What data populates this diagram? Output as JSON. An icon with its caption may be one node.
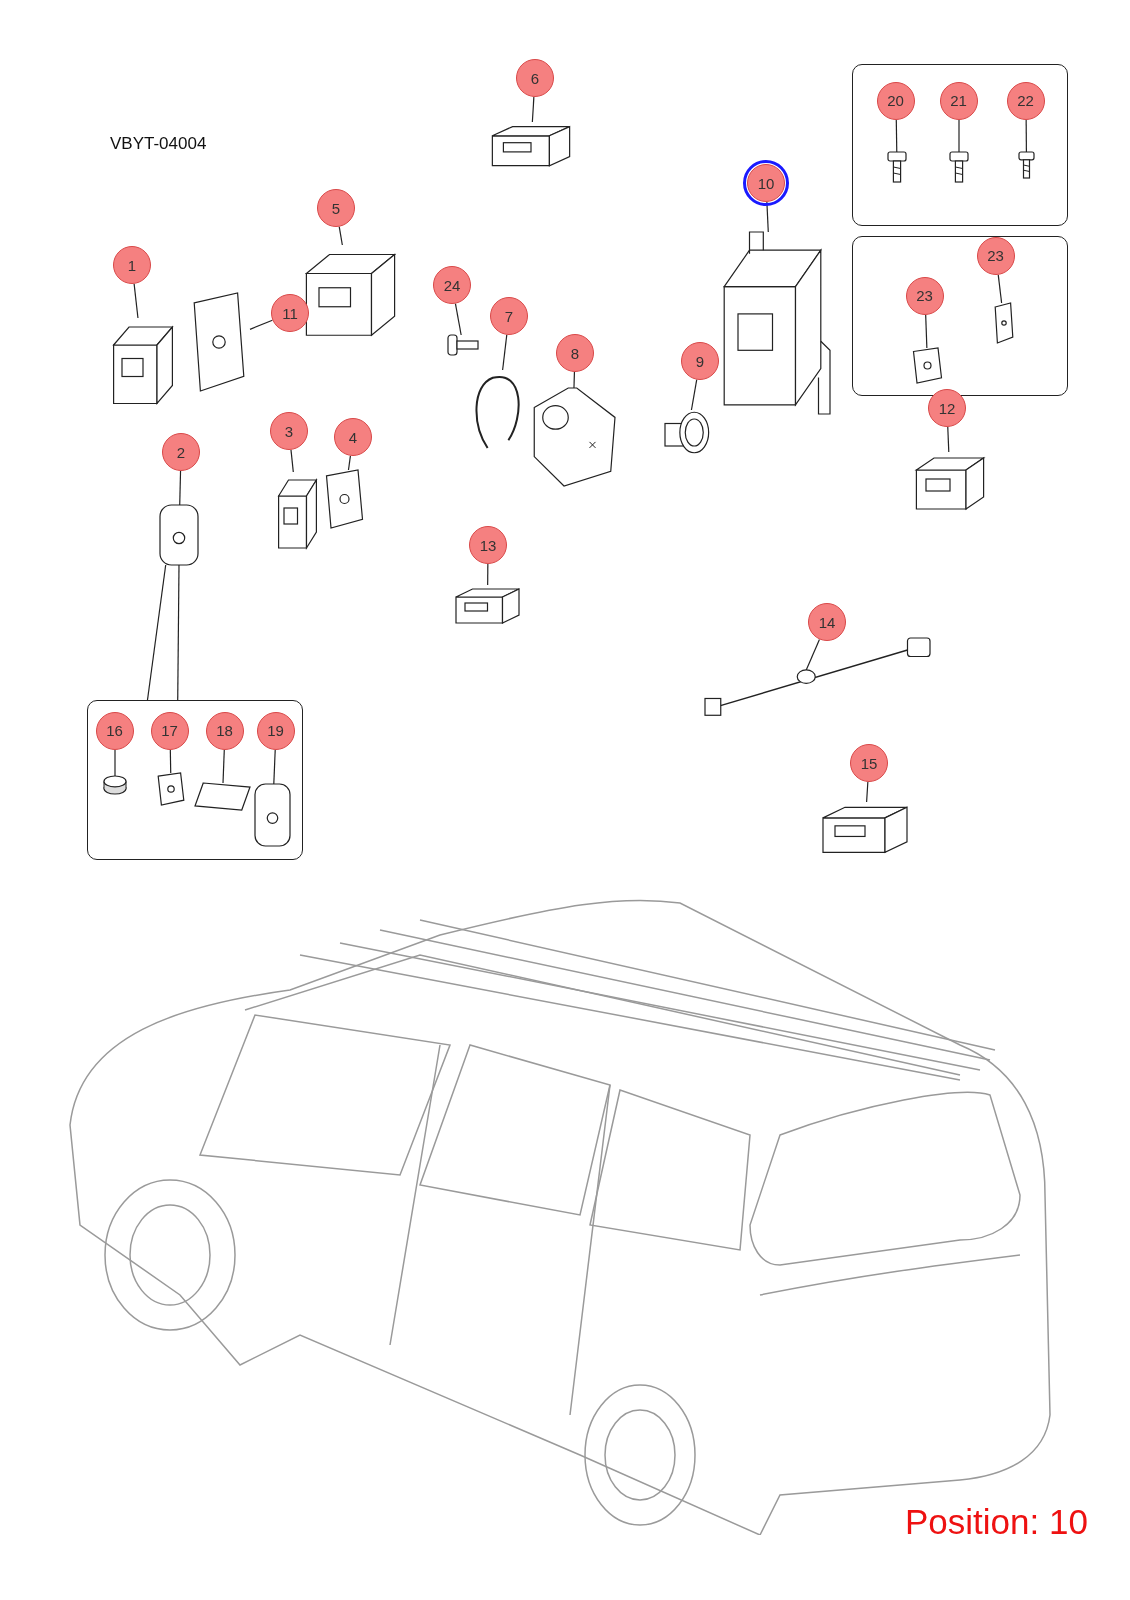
{
  "diagram": {
    "nodes": [
      {
        "text": [
          "6"
        ]
      },
      {
        "text": [],
        "shape": "picture"
      },
      {
        "text": [],
        "shape": "box"
      },
      {
        "text": [
          "20"
        ],
        "in": 2
      },
      {
        "text": [
          "21"
        ],
        "in": 2
      },
      {
        "text": [
          "22"
        ],
        "in": 2
      },
      {
        "text": [],
        "shape": "picture",
        "in": 2
      },
      {
        "text": [],
        "shape": "picture",
        "in": 2
      },
      {
        "text": [],
        "shape": "picture",
        "in": 2
      },
      {
        "text": [
          "10"
        ]
      },
      {
        "text": [],
        "shape": "picture"
      },
      {
        "text": [
          "5"
        ]
      },
      {
        "text": [],
        "shape": "picture"
      },
      {
        "text": [],
        "shape": "box"
      },
      {
        "text": [
          "23"
        ],
        "in": 13
      },
      {
        "text": [
          "23"
        ],
        "in": 13
      },
      {
        "text": [],
        "shape": "picture",
        "in": 13
      },
      {
        "text": [],
        "shape": "picture",
        "in": 13
      },
      {
        "text": [
          "1"
        ]
      },
      {
        "text": [],
        "shape": "picture"
      },
      {
        "text": [
          "11"
        ]
      },
      {
        "text": [],
        "shape": "picture"
      },
      {
        "text": [
          "24"
        ]
      },
      {
        "text": [],
        "shape": "picture"
      },
      {
        "text": [
          "7"
        ]
      },
      {
        "text": [],
        "shape": "picture"
      },
      {
        "text": [
          "8"
        ]
      },
      {
        "text": [],
        "shape": "picture"
      },
      {
        "text": [
          "9"
        ]
      },
      {
        "text": [],
        "shape": "picture"
      },
      {
        "text": [
          "12"
        ]
      },
      {
        "text": [],
        "shape": "picture"
      },
      {
        "text": [
          "2"
        ]
      },
      {
        "text": [],
        "shape": "picture"
      },
      {
        "text": [
          "3"
        ]
      },
      {
        "text": [],
        "shape": "picture"
      },
      {
        "text": [
          "4"
        ]
      },
      {
        "text": [],
        "shape": "picture"
      },
      {
        "text": [
          "13"
        ]
      },
      {
        "text": [],
        "shape": "picture"
      },
      {
        "text": [
          "14"
        ]
      },
      {
        "text": [],
        "shape": "picture"
      },
      {
        "text": [
          "15"
        ]
      },
      {
        "text": [],
        "shape": "picture"
      },
      {
        "text": [],
        "shape": "box"
      },
      {
        "text": [
          "16"
        ],
        "in": 44
      },
      {
        "text": [
          "17"
        ],
        "in": 44
      },
      {
        "text": [
          "18"
        ],
        "in": 44
      },
      {
        "text": [
          "19"
        ],
        "in": 44
      },
      {
        "text": [],
        "shape": "cylinder",
        "in": 44
      },
      {
        "text": [],
        "shape": "picture",
        "in": 44
      },
      {
        "text": [],
        "shape": "picture",
        "in": 44
      },
      {
        "text": [],
        "shape": "picture",
        "in": 44
      }
    ],
    "edges": [
      {
        "from": 0,
        "to": 1,
        "arrow": "none"
      },
      {
        "from": 3,
        "to": 6,
        "arrow": "none"
      },
      {
        "from": 4,
        "to": 7,
        "arrow": "none"
      },
      {
        "from": 5,
        "to": 8,
        "arrow": "none"
      },
      {
        "from": 9,
        "to": 10,
        "arrow": "none"
      },
      {
        "from": 11,
        "to": 12,
        "arrow": "none"
      },
      {
        "from": 14,
        "to": 16,
        "arrow": "none"
      },
      {
        "from": 15,
        "to": 17,
        "arrow": "none"
      },
      {
        "from": 18,
        "to": 19,
        "arrow": "none"
      },
      {
        "from": 20,
        "to": 21,
        "arrow": "none"
      },
      {
        "from": 22,
        "to": 23,
        "arrow": "none"
      },
      {
        "from": 24,
        "to": 25,
        "arrow": "none"
      },
      {
        "from": 26,
        "to": 27,
        "arrow": "none"
      },
      {
        "from": 28,
        "to": 29,
        "arrow": "none"
      },
      {
        "from": 30,
        "to": 31,
        "arrow": "none"
      },
      {
        "from": 32,
        "to": 33,
        "arrow": "none"
      },
      {
        "from": 34,
        "to": 35,
        "arrow": "none"
      },
      {
        "from": 36,
        "to": 37,
        "arrow": "none"
      },
      {
        "from": 38,
        "to": 39,
        "arrow": "none"
      },
      {
        "from": 40,
        "to": 41,
        "arrow": "none"
      },
      {
        "from": 42,
        "to": 43,
        "arrow": "none"
      },
      {
        "from": 33,
        "to": 44,
        "arrow": "none"
      },
      {
        "from": 33,
        "to": 44,
        "arrow": "none"
      },
      {
        "from": 45,
        "to": 49,
        "arrow": "none"
      },
      {
        "from": 46,
        "to": 50,
        "arrow": "none"
      },
      {
        "from": 47,
        "to": 51,
        "arrow": "none"
      },
      {
        "from": 48,
        "to": 52,
        "arrow": "none"
      }
    ],
    "labels": [
      "VBYT-04004",
      "Position: 10"
    ]
  }
}
